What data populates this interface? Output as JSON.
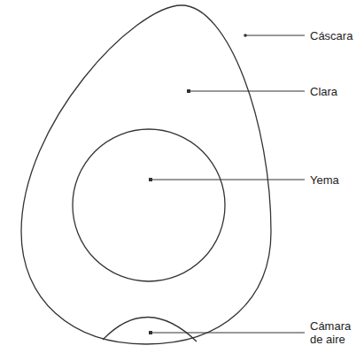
{
  "diagram": {
    "labels": [
      "Cáscara",
      "Clara",
      "Yema",
      "Cámara de aire"
    ]
  }
}
